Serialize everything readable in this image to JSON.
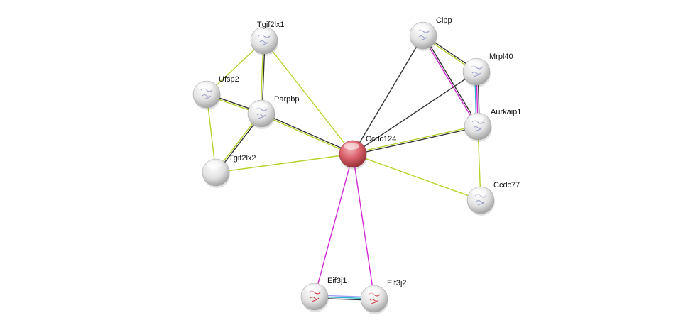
{
  "network": {
    "query_color": "#d9606a",
    "node_color": "#e6e6e6",
    "nodes": [
      {
        "id": "Tgif2lx1",
        "label": "Tgif2lx1",
        "query": false,
        "has_structure": true
      },
      {
        "id": "Ufsp2",
        "label": "Ufsp2",
        "query": false,
        "has_structure": true
      },
      {
        "id": "Parpbp",
        "label": "Parpbp",
        "query": false,
        "has_structure": true
      },
      {
        "id": "Tgif2lx2",
        "label": "Tgif2lx2",
        "query": false,
        "has_structure": false
      },
      {
        "id": "Ccdc124",
        "label": "Ccdc124",
        "query": true,
        "has_structure": false
      },
      {
        "id": "Clpp",
        "label": "Clpp",
        "query": false,
        "has_structure": true
      },
      {
        "id": "Mrpl40",
        "label": "Mrpl40",
        "query": false,
        "has_structure": true
      },
      {
        "id": "Aurkaip1",
        "label": "Aurkaip1",
        "query": false,
        "has_structure": true
      },
      {
        "id": "Ccdc77",
        "label": "Ccdc77",
        "query": false,
        "has_structure": true
      },
      {
        "id": "Eif3j1",
        "label": "Eif3j1",
        "query": false,
        "has_structure": true
      },
      {
        "id": "Eif3j2",
        "label": "Eif3j2",
        "query": false,
        "has_structure": true
      }
    ],
    "edge_colors": {
      "textmining": "#b5d22a",
      "coexpression": "#333333",
      "experiments": "#d22ad2",
      "databases": "#2ab5d2",
      "homology": "#a0a0f0"
    },
    "edges": [
      {
        "a": "Tgif2lx1",
        "b": "Ufsp2",
        "types": [
          "textmining"
        ]
      },
      {
        "a": "Tgif2lx1",
        "b": "Parpbp",
        "types": [
          "coexpression",
          "textmining"
        ]
      },
      {
        "a": "Tgif2lx1",
        "b": "Ccdc124",
        "types": [
          "textmining"
        ]
      },
      {
        "a": "Ufsp2",
        "b": "Parpbp",
        "types": [
          "coexpression",
          "textmining"
        ]
      },
      {
        "a": "Ufsp2",
        "b": "Tgif2lx2",
        "types": [
          "textmining"
        ]
      },
      {
        "a": "Parpbp",
        "b": "Tgif2lx2",
        "types": [
          "coexpression",
          "textmining"
        ]
      },
      {
        "a": "Parpbp",
        "b": "Ccdc124",
        "types": [
          "coexpression",
          "textmining"
        ]
      },
      {
        "a": "Tgif2lx2",
        "b": "Ccdc124",
        "types": [
          "textmining"
        ]
      },
      {
        "a": "Clpp",
        "b": "Ccdc124",
        "types": [
          "coexpression"
        ]
      },
      {
        "a": "Clpp",
        "b": "Mrpl40",
        "types": [
          "coexpression",
          "textmining"
        ]
      },
      {
        "a": "Clpp",
        "b": "Aurkaip1",
        "types": [
          "coexpression",
          "experiments"
        ]
      },
      {
        "a": "Mrpl40",
        "b": "Ccdc124",
        "types": [
          "coexpression"
        ]
      },
      {
        "a": "Mrpl40",
        "b": "Aurkaip1",
        "types": [
          "coexpression",
          "experiments",
          "databases"
        ]
      },
      {
        "a": "Aurkaip1",
        "b": "Ccdc124",
        "types": [
          "coexpression",
          "textmining"
        ]
      },
      {
        "a": "Aurkaip1",
        "b": "Ccdc77",
        "types": [
          "textmining"
        ]
      },
      {
        "a": "Ccdc77",
        "b": "Ccdc124",
        "types": [
          "textmining"
        ]
      },
      {
        "a": "Ccdc124",
        "b": "Eif3j1",
        "types": [
          "experiments"
        ]
      },
      {
        "a": "Ccdc124",
        "b": "Eif3j2",
        "types": [
          "experiments"
        ]
      },
      {
        "a": "Eif3j1",
        "b": "Eif3j2",
        "types": [
          "homology",
          "databases",
          "coexpression"
        ]
      }
    ]
  }
}
